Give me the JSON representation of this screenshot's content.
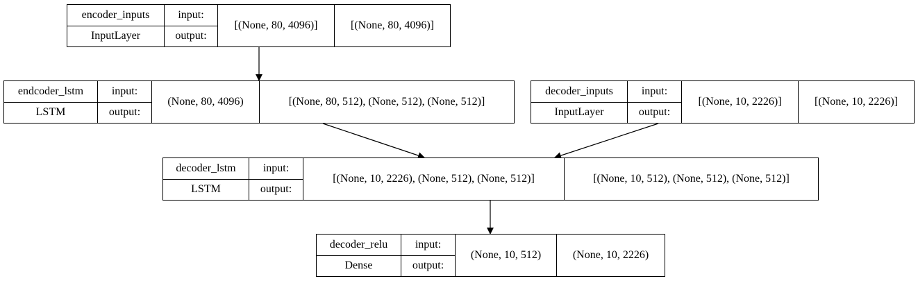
{
  "labels": {
    "input": "input:",
    "output": "output:"
  },
  "nodes": {
    "encoder_inputs": {
      "name": "encoder_inputs",
      "type": "InputLayer",
      "input_shape": "[(None, 80, 4096)]",
      "output_shape": "[(None, 80, 4096)]"
    },
    "encoder_lstm": {
      "name": "endcoder_lstm",
      "type": "LSTM",
      "input_shape": "(None, 80, 4096)",
      "output_shape": "[(None, 80, 512), (None, 512), (None, 512)]"
    },
    "decoder_inputs": {
      "name": "decoder_inputs",
      "type": "InputLayer",
      "input_shape": "[(None, 10, 2226)]",
      "output_shape": "[(None, 10, 2226)]"
    },
    "decoder_lstm": {
      "name": "decoder_lstm",
      "type": "LSTM",
      "input_shape": "[(None, 10, 2226), (None, 512), (None, 512)]",
      "output_shape": "[(None, 10, 512), (None, 512), (None, 512)]"
    },
    "decoder_relu": {
      "name": "decoder_relu",
      "type": "Dense",
      "input_shape": "(None, 10, 512)",
      "output_shape": "(None, 10, 2226)"
    }
  },
  "edges": [
    {
      "from": "encoder_inputs",
      "to": "encoder_lstm"
    },
    {
      "from": "encoder_lstm",
      "to": "decoder_lstm"
    },
    {
      "from": "decoder_inputs",
      "to": "decoder_lstm"
    },
    {
      "from": "decoder_lstm",
      "to": "decoder_relu"
    }
  ]
}
